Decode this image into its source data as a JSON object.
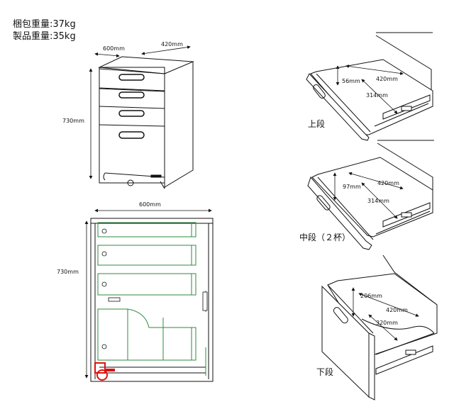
{
  "weights": {
    "package": "梱包重量:37kg",
    "product": "製品重量:35kg"
  },
  "cabinet": {
    "depth": "600mm",
    "width": "420mm",
    "height": "730mm"
  },
  "side_view": {
    "depth": "600mm",
    "height": "730mm"
  },
  "drawers": {
    "upper": {
      "label": "上段",
      "height": "56mm",
      "width": "420mm",
      "depth": "314mm"
    },
    "middle": {
      "label": "中段（２杯）",
      "height": "97mm",
      "width": "420mm",
      "depth": "314mm"
    },
    "lower": {
      "label": "下段",
      "height": "206mm",
      "width": "420mm",
      "depth": "320mm"
    }
  }
}
